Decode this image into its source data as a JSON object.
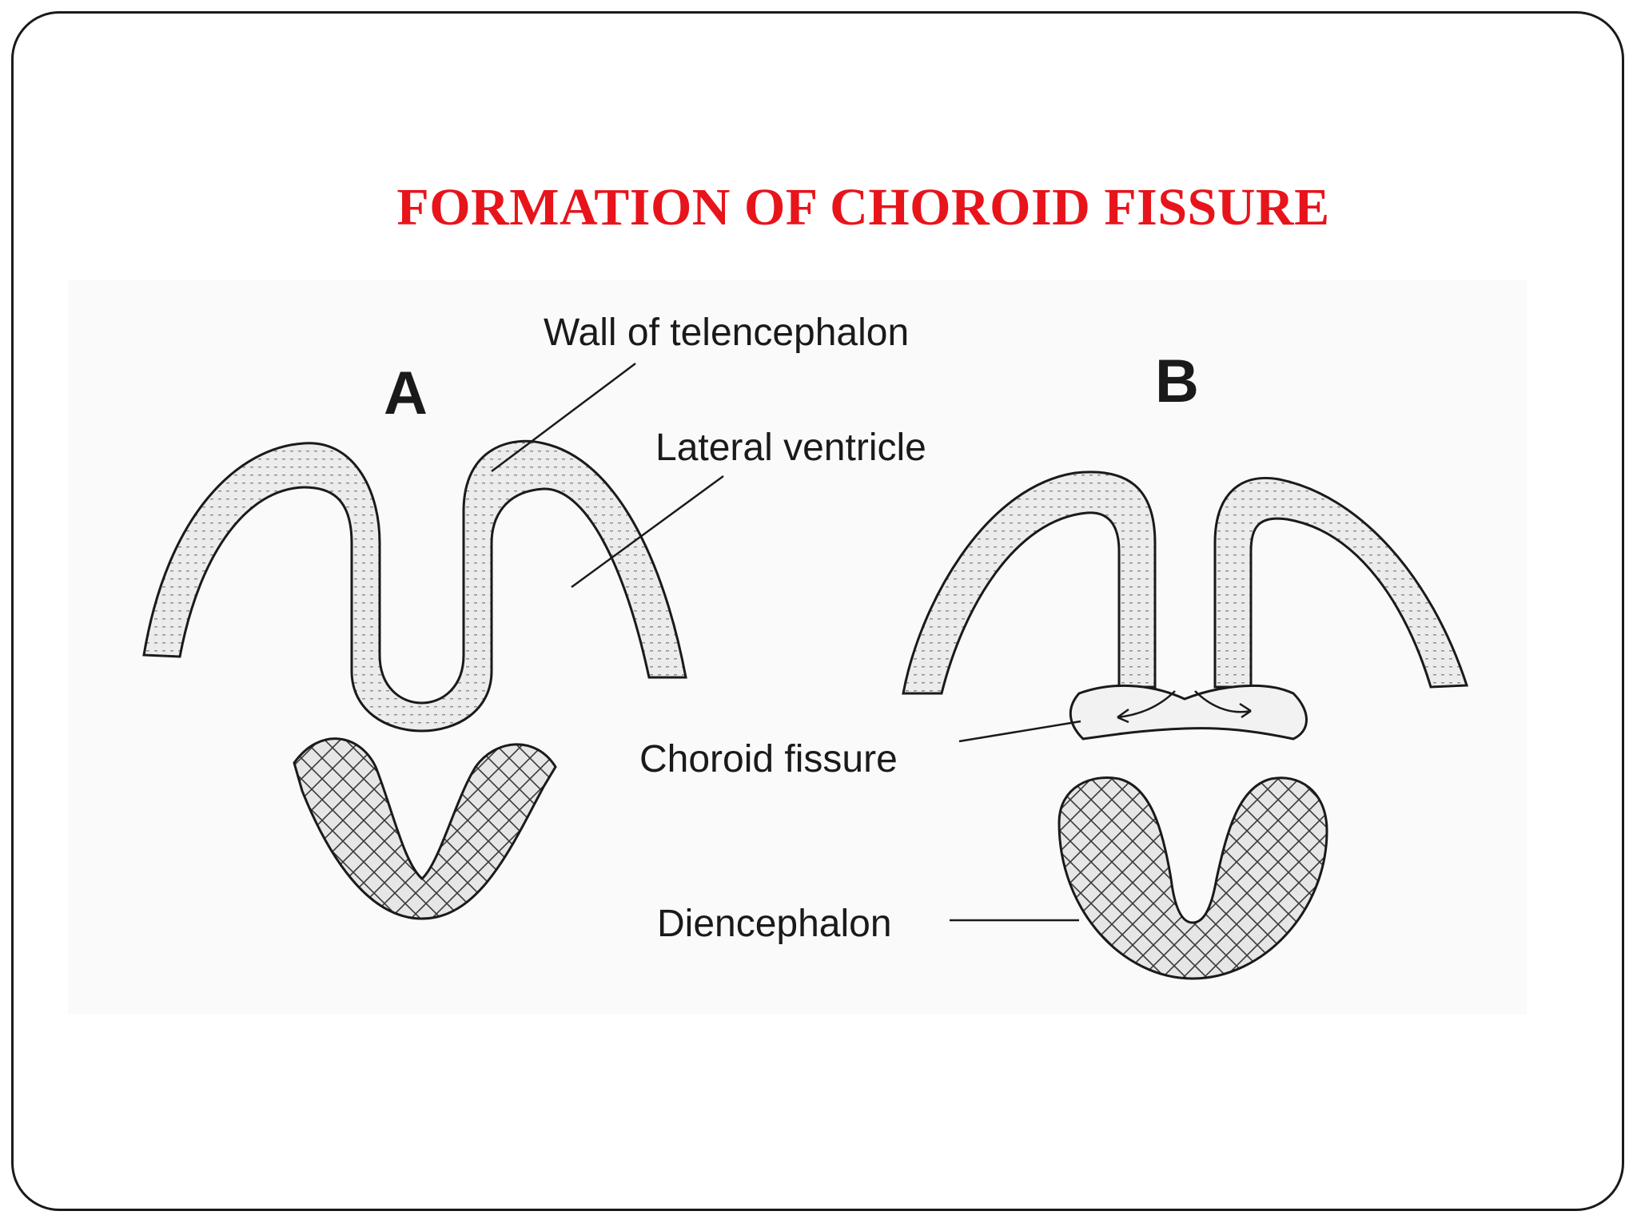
{
  "slide": {
    "title": "FORMATION OF CHOROID FISSURE",
    "title_color": "#e8141b"
  },
  "diagram": {
    "panel_a": "A",
    "panel_b": "B",
    "labels": {
      "wall": "Wall of telencephalon",
      "ventricle": "Lateral ventricle",
      "fissure": "Choroid fissure",
      "diencephalon": "Diencephalon"
    }
  }
}
